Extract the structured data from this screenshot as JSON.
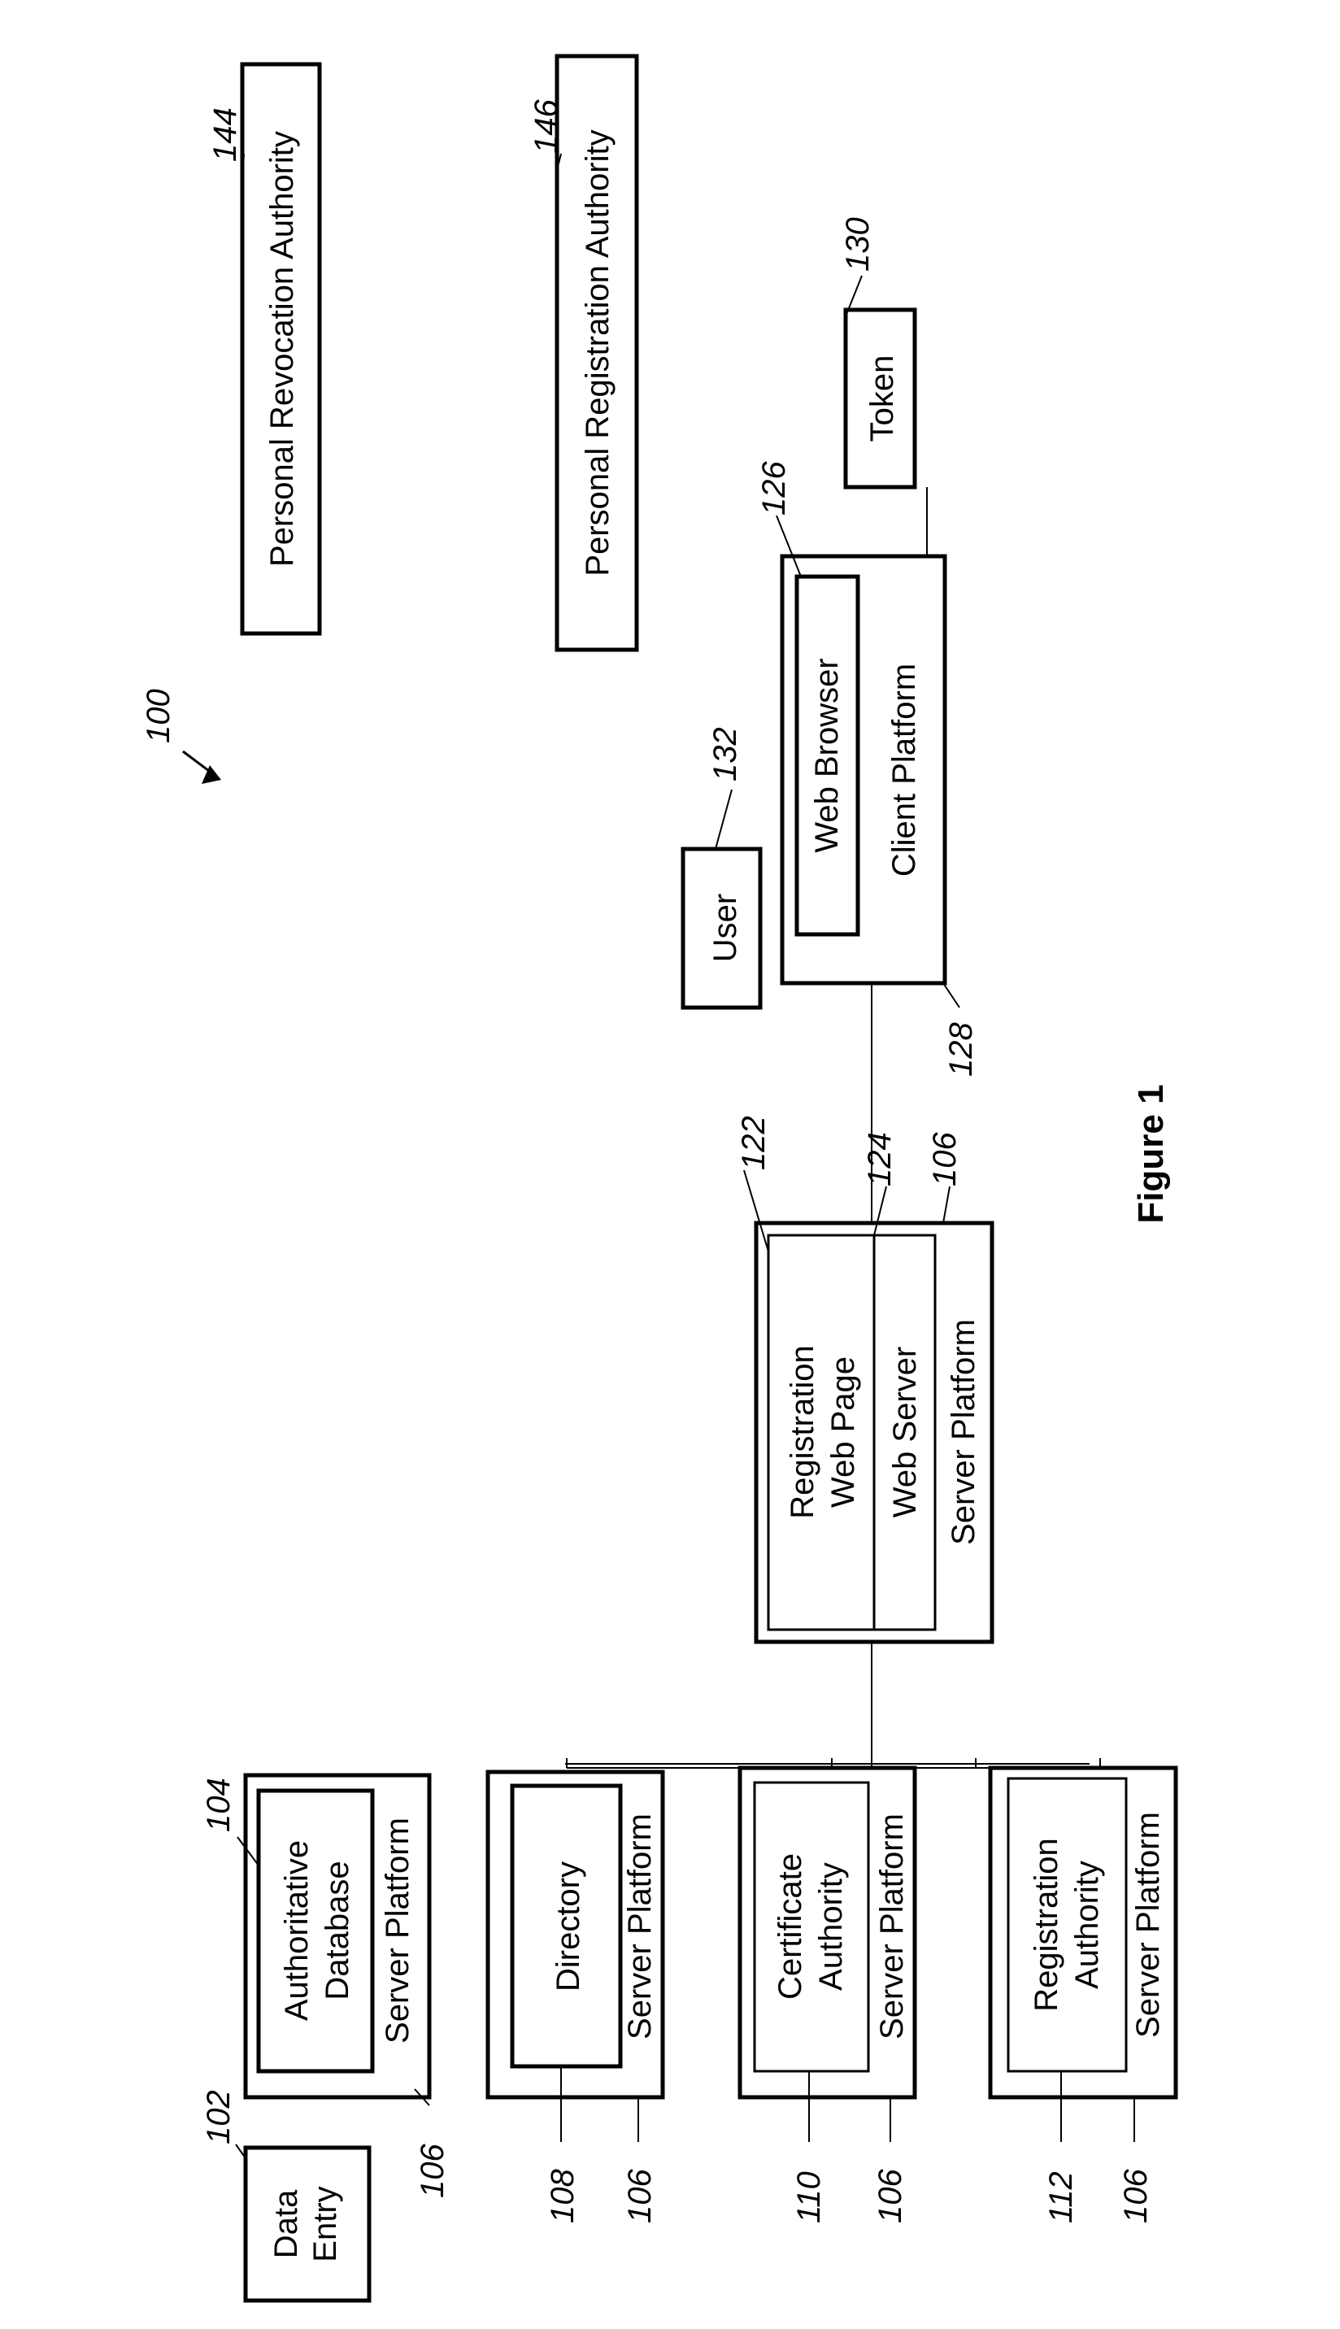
{
  "figure": {
    "caption": "Figure 1",
    "system_ref": "100",
    "nodes": {
      "data_entry": {
        "lines": [
          "Data",
          "Entry"
        ],
        "ref": "102"
      },
      "authoritative_db": {
        "lines": [
          "Authoritative",
          "Database"
        ],
        "ref": "104",
        "platform": "Server Platform",
        "platform_ref": "106"
      },
      "directory": {
        "label": "Directory",
        "ref": "108",
        "platform": "Server Platform",
        "platform_ref": "106"
      },
      "certificate_authority": {
        "lines": [
          "Certificate",
          "Authority"
        ],
        "ref": "110",
        "platform": "Server Platform",
        "platform_ref": "106"
      },
      "registration_authority": {
        "lines": [
          "Registration",
          "Authority"
        ],
        "ref": "112",
        "platform": "Server Platform",
        "platform_ref": "106"
      },
      "registration_server": {
        "page_lines": [
          "Registration",
          "Web Page"
        ],
        "page_ref": "122",
        "web_server": "Web Server",
        "web_server_ref": "124",
        "platform": "Server Platform",
        "platform_ref": "106"
      },
      "user": {
        "label": "User",
        "ref": "132"
      },
      "client": {
        "browser": "Web Browser",
        "browser_ref": "126",
        "platform": "Client Platform",
        "platform_ref": "128"
      },
      "token": {
        "label": "Token",
        "ref": "130"
      },
      "revocation": {
        "label": "Personal Revocation Authority",
        "ref": "144"
      },
      "personal_registration": {
        "label": "Personal Registration Authority",
        "ref": "146"
      }
    }
  }
}
